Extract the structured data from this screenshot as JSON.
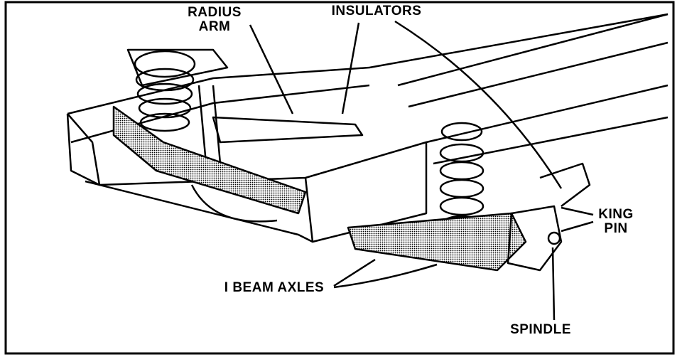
{
  "labels": {
    "radius_arm": [
      "RADIUS",
      "ARM"
    ],
    "insulators": "INSULATORS",
    "king_pin": [
      "KING",
      "PIN"
    ],
    "i_beam_axles": "I BEAM AXLES",
    "spindle": "SPINDLE"
  },
  "colors": {
    "ink": "#000000",
    "shade": "#9a9a9a",
    "paper": "#ffffff"
  }
}
